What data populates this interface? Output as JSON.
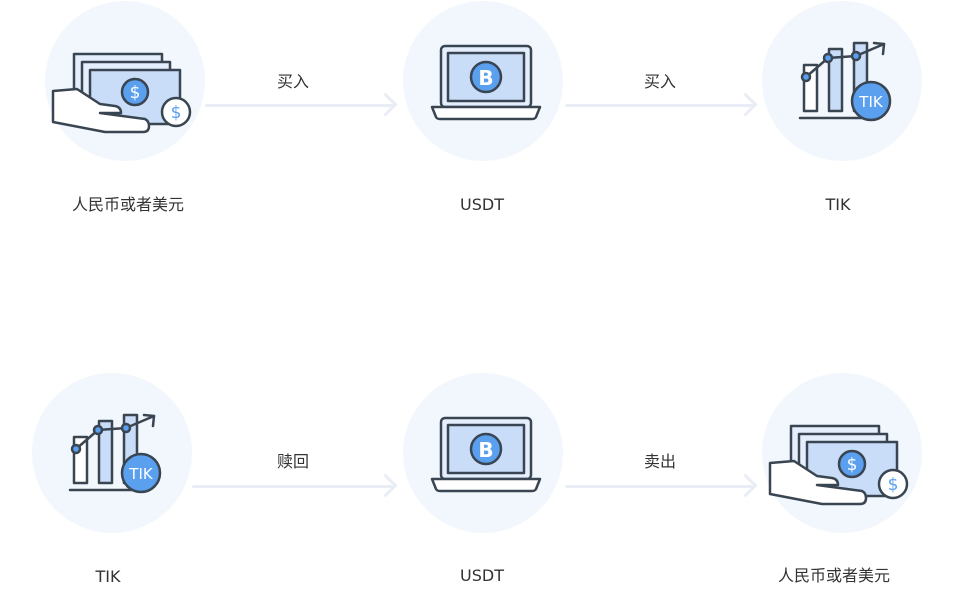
{
  "flows": [
    {
      "nodes": [
        {
          "label": "人民币或者美元",
          "icon": "cash-hand-icon"
        },
        {
          "label": "USDT",
          "icon": "laptop-bitcoin-icon",
          "badge": "B"
        },
        {
          "label": "TIK",
          "icon": "growth-chart-icon",
          "badge": "TIK"
        }
      ],
      "arrows": [
        {
          "label": "买入"
        },
        {
          "label": "买入"
        }
      ]
    },
    {
      "nodes": [
        {
          "label": "TIK",
          "icon": "growth-chart-icon",
          "badge": "TIK"
        },
        {
          "label": "USDT",
          "icon": "laptop-bitcoin-icon",
          "badge": "B"
        },
        {
          "label": "人民币或者美元",
          "icon": "cash-hand-icon"
        }
      ],
      "arrows": [
        {
          "label": "赎回"
        },
        {
          "label": "卖出"
        }
      ]
    }
  ],
  "colors": {
    "circle_bg": "#f2f6fd",
    "icon_stroke": "#3a4552",
    "icon_fill_blue": "#c9dcf8",
    "icon_fill_light": "#e4eefc",
    "accent_blue": "#5aa0ef",
    "arrow": "#e9edf5"
  }
}
